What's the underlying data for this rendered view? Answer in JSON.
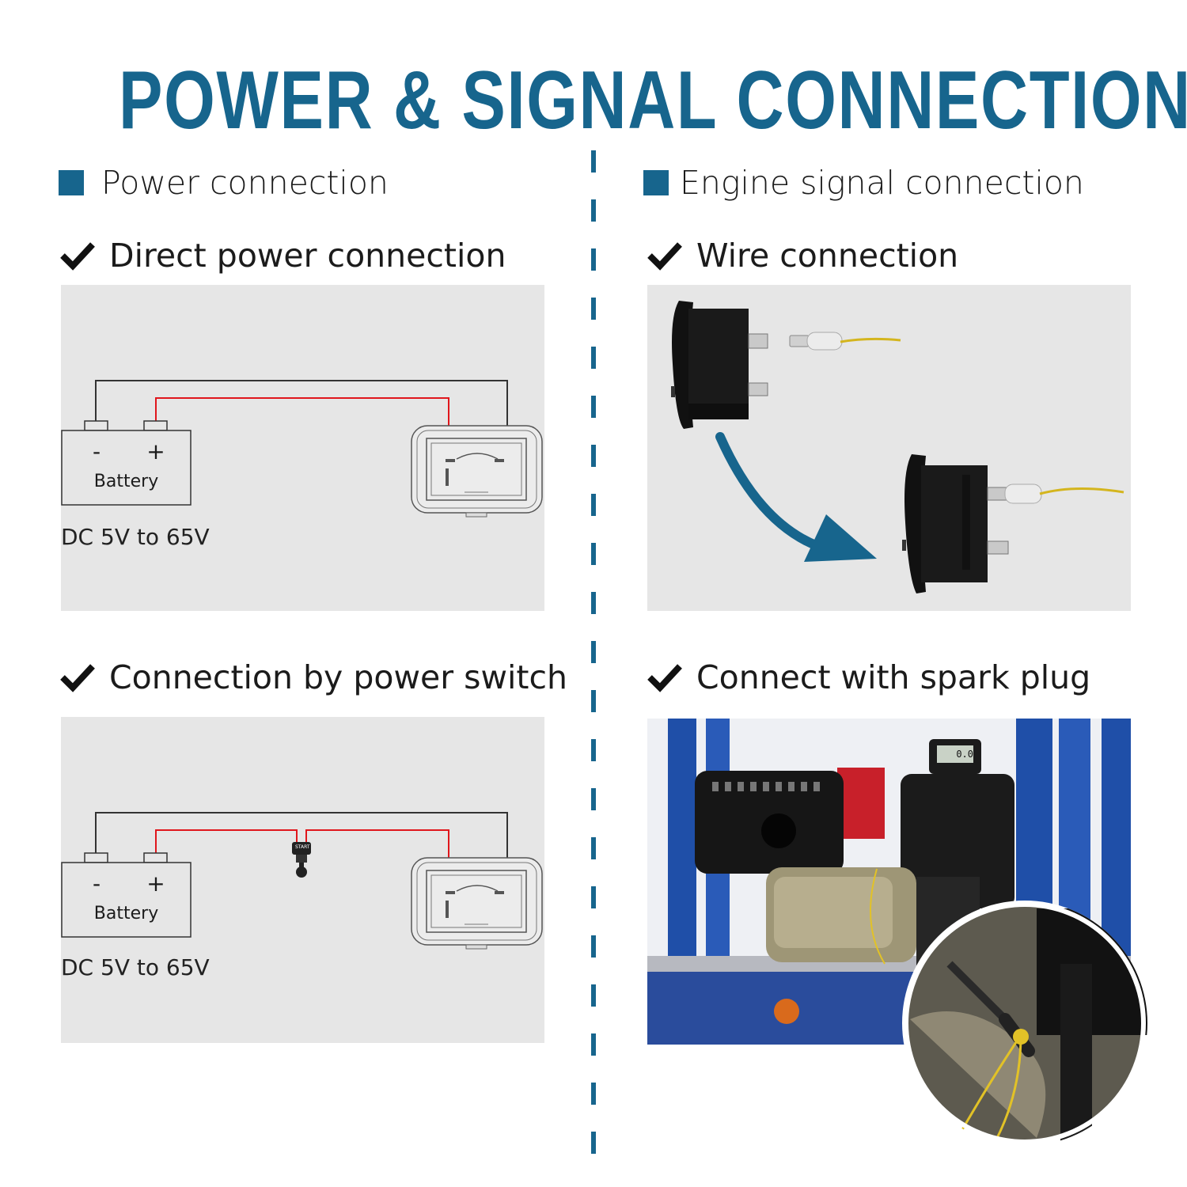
{
  "title": "POWER & SIGNAL CONNECTION",
  "colors": {
    "accent": "#17658d",
    "panel": "#e6e6e6",
    "wire_positive": "#e0161c",
    "wire_negative": "#333333",
    "signal_wire": "#d4b51e"
  },
  "left": {
    "heading": "Power connection",
    "direct": {
      "label": "Direct power connection",
      "battery": {
        "label": "Battery",
        "minus": "-",
        "plus": "+"
      },
      "voltage": "DC 5V to 65V"
    },
    "switch": {
      "label": "Connection by power switch",
      "battery": {
        "label": "Battery",
        "minus": "-",
        "plus": "+"
      },
      "voltage": "DC 5V to 65V",
      "key_label": "START"
    }
  },
  "right": {
    "heading": "Engine signal connection",
    "wire": {
      "label": "Wire connection"
    },
    "spark": {
      "label": "Connect with spark plug",
      "meter_reading": "0.0"
    }
  }
}
